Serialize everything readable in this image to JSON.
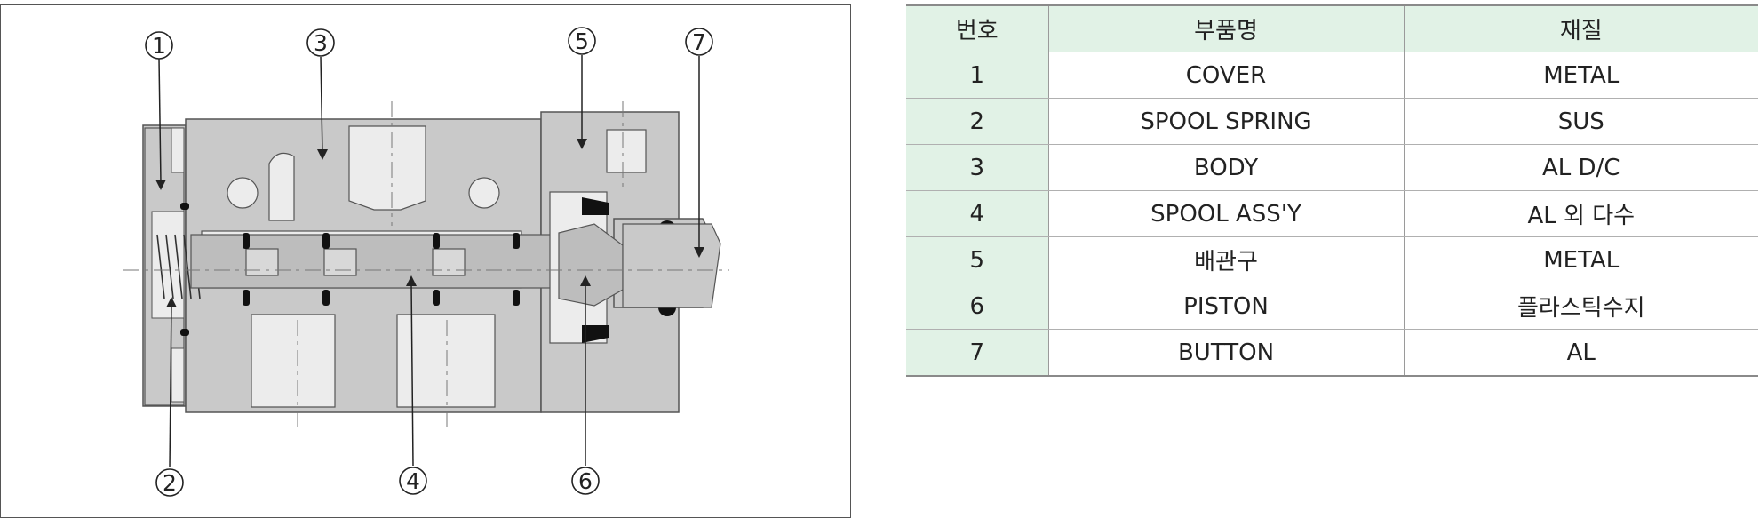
{
  "diagram": {
    "callouts": [
      {
        "id": "1",
        "label": "①"
      },
      {
        "id": "2",
        "label": "②"
      },
      {
        "id": "3",
        "label": "③"
      },
      {
        "id": "4",
        "label": "④"
      },
      {
        "id": "5",
        "label": "⑤"
      },
      {
        "id": "6",
        "label": "⑥"
      },
      {
        "id": "7",
        "label": "⑦"
      }
    ]
  },
  "table": {
    "headers": [
      "번호",
      "부품명",
      "재질"
    ],
    "rows": [
      {
        "no": "1",
        "name": "COVER",
        "material": "METAL"
      },
      {
        "no": "2",
        "name": "SPOOL SPRING",
        "material": "SUS"
      },
      {
        "no": "3",
        "name": "BODY",
        "material": "AL D/C"
      },
      {
        "no": "4",
        "name": "SPOOL ASS'Y",
        "material": "AL 외 다수"
      },
      {
        "no": "5",
        "name": "배관구",
        "material": "METAL"
      },
      {
        "no": "6",
        "name": "PISTON",
        "material": "플라스틱수지"
      },
      {
        "no": "7",
        "name": "BUTTON",
        "material": "AL"
      }
    ],
    "colors": {
      "header_bg": "#e1f2e6",
      "border": "#9a9a9a"
    }
  }
}
